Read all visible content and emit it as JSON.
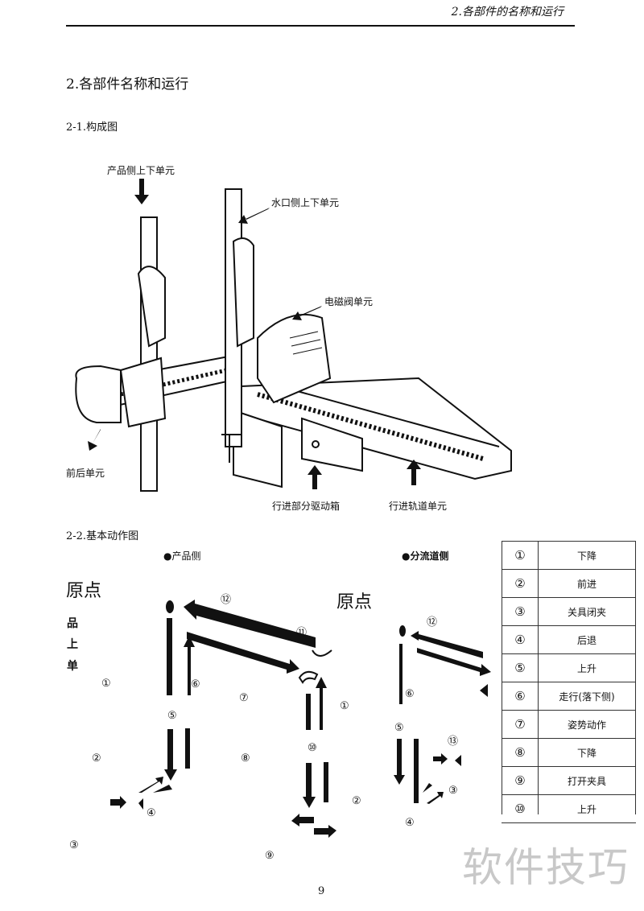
{
  "header": {
    "running_title": "2.各部件的名称和运行"
  },
  "section": {
    "title": "2.各部件名称和运行"
  },
  "subsections": [
    {
      "title": "2-1.构成图"
    },
    {
      "title": "2-2.基本动作图"
    }
  ],
  "figure1": {
    "labels": {
      "product_updown": "产品侧上下单元",
      "runner_updown": "水口侧上下单元",
      "solenoid": "电磁阀单元",
      "front_back": "前后单元",
      "drive_box": "行进部分驱动箱",
      "rail": "行进轨道单元"
    }
  },
  "figure2": {
    "product_side": "●产品侧",
    "runner_side": "●分流道侧",
    "origin": "原点",
    "vertical_text": [
      "品",
      "上",
      "单"
    ],
    "markers": [
      "①",
      "②",
      "③",
      "④",
      "⑤",
      "⑥",
      "⑦",
      "⑧",
      "⑨",
      "⑩",
      "⑪",
      "⑫",
      "⑬"
    ]
  },
  "steps_table": [
    {
      "no": "①",
      "action": "下降"
    },
    {
      "no": "②",
      "action": "前进"
    },
    {
      "no": "③",
      "action": "关具闭夹"
    },
    {
      "no": "④",
      "action": "后退"
    },
    {
      "no": "⑤",
      "action": "上升"
    },
    {
      "no": "⑥",
      "action": "走行(落下侧)"
    },
    {
      "no": "⑦",
      "action": "姿势动作"
    },
    {
      "no": "⑧",
      "action": "下降"
    },
    {
      "no": "⑨",
      "action": "打开夹具"
    },
    {
      "no": "⑩",
      "action": "上升"
    }
  ],
  "watermark": "软件技巧",
  "page_number": "9"
}
